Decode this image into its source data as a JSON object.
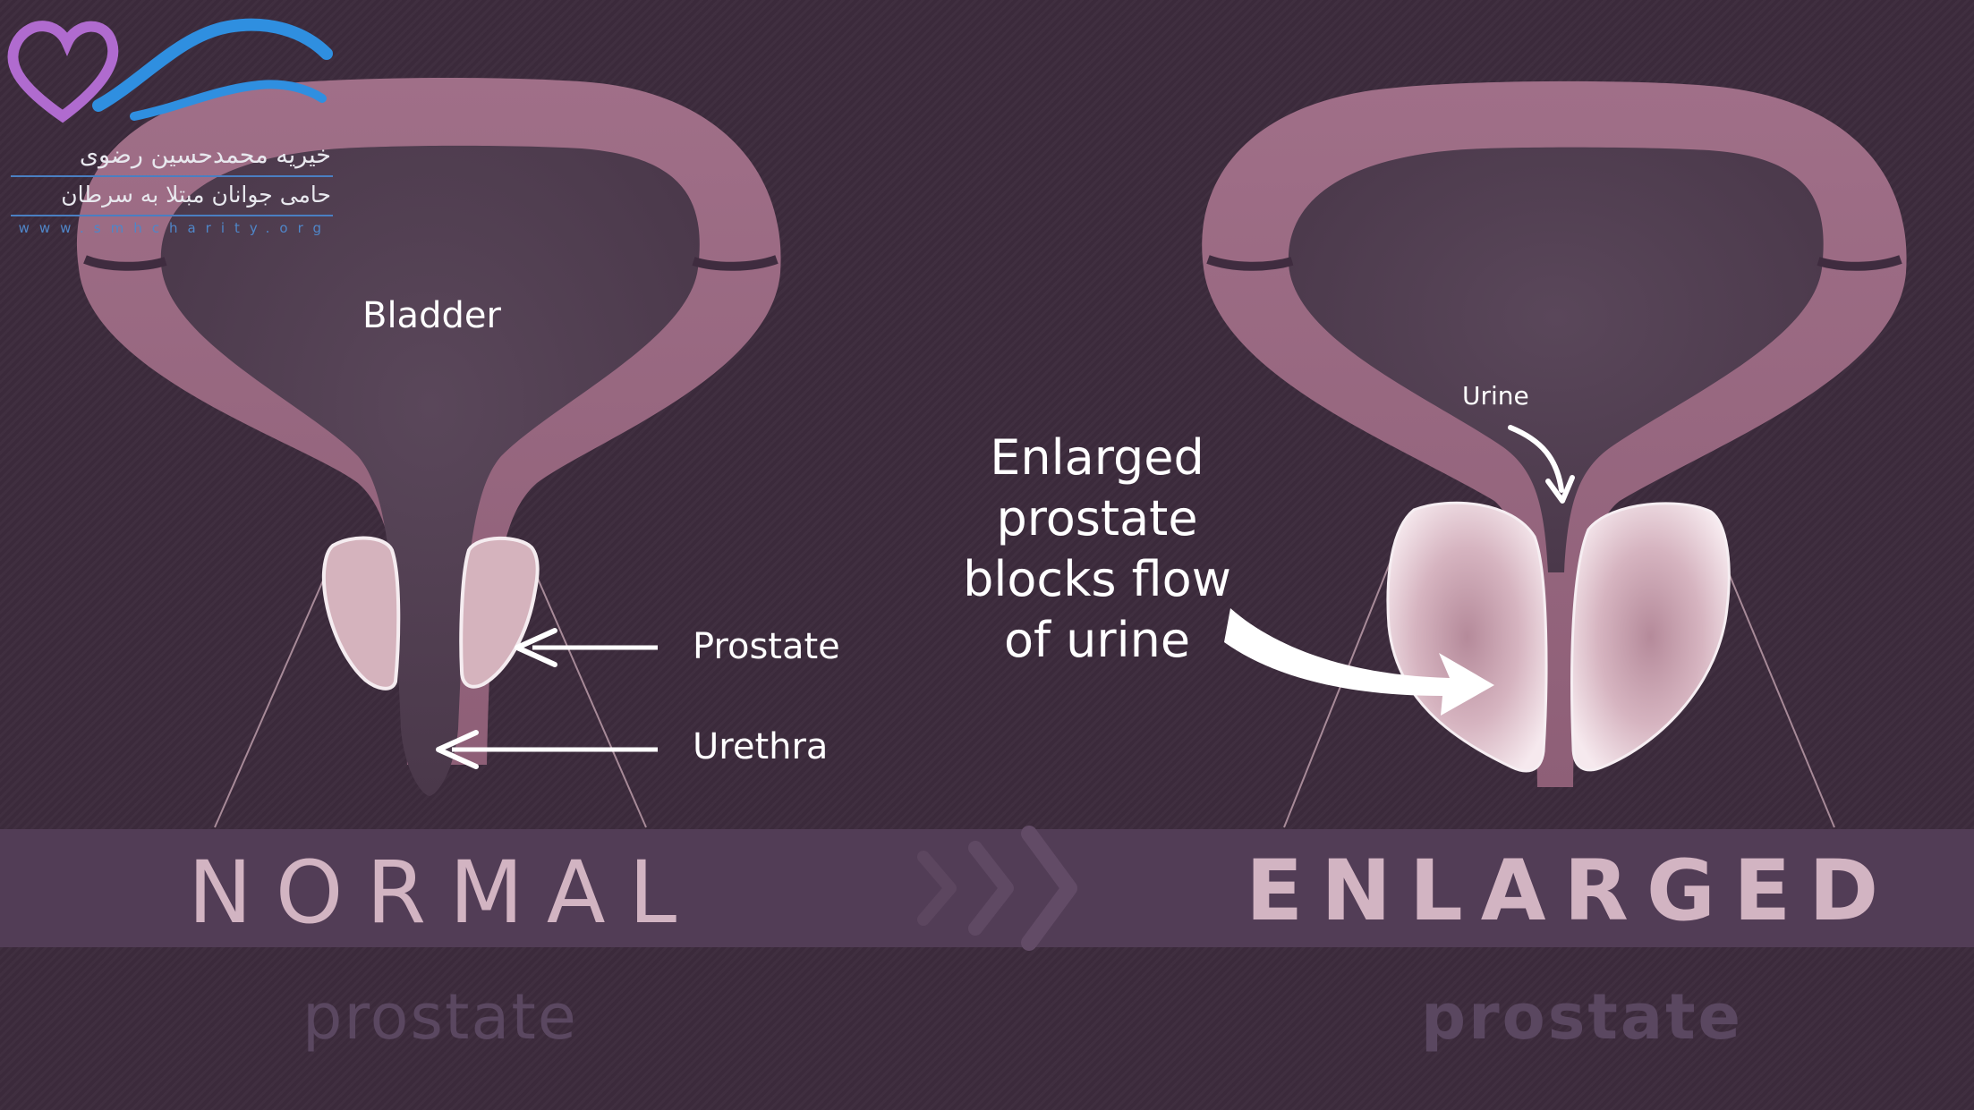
{
  "logo": {
    "line1": "خیریه محمدحسین رضوی",
    "line2": "حامی جوانان مبتلا به سرطان",
    "website": "www.smhcharity.org"
  },
  "labels": {
    "bladder": "Bladder",
    "prostate": "Prostate",
    "urethra": "Urethra",
    "urine": "Urine",
    "callout": [
      "Enlarged",
      "prostate",
      "blocks flow",
      "of urine"
    ]
  },
  "normal": {
    "title": "NORMAL",
    "subtitle": "prostate"
  },
  "enlarged": {
    "title": "ENLARGED",
    "subtitle": "prostate"
  },
  "colors": {
    "background": "#3c2b3c",
    "band": "#523d56",
    "bladder_wall": "#9c6882",
    "bladder_inner": "#574457",
    "prostate_fill": "#d5b3bd",
    "title_text": "#d2b4c2",
    "subtitle_text": "#5a4760",
    "label_text": "#ffffff"
  }
}
